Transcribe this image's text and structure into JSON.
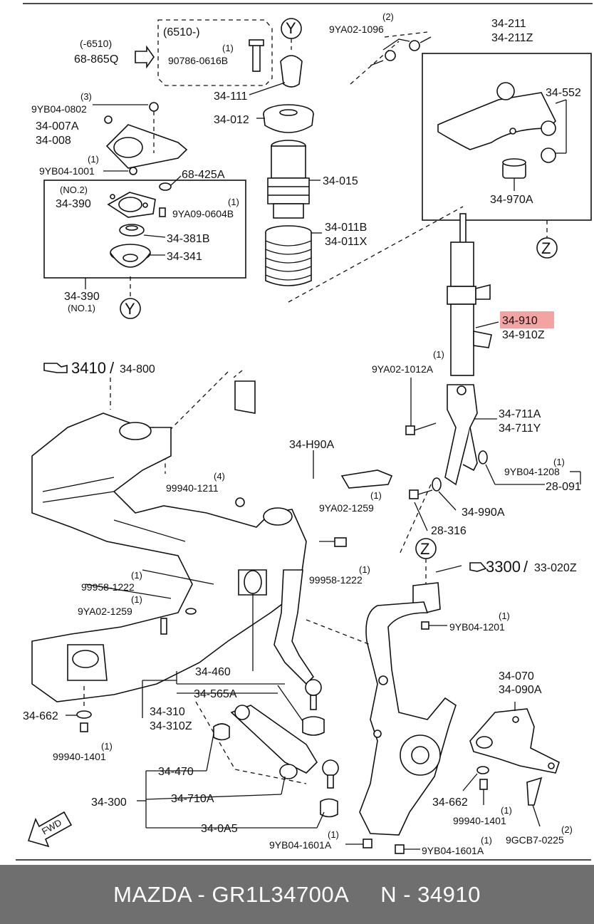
{
  "labels": {
    "n6510_paren": "(-6510)",
    "n68865q": "68-865Q",
    "n6510_box": "(6510-)",
    "q1_a": "(1)",
    "n90786": "90786-0616B",
    "y_a": "Y",
    "q2_a": "(2)",
    "n9ya021096": "9YA02-1096",
    "n34211": "34-211",
    "n34211z": "34-211Z",
    "q3": "(3)",
    "n9yb040802": "9YB04-0802",
    "n34111": "34-111",
    "n34552": "34-552",
    "n34007a": "34-007A",
    "n34008": "34-008",
    "n34012": "34-012",
    "q1_b": "(1)",
    "n9yb041001": "9YB04-1001",
    "n68425a": "68-425A",
    "n34015": "34-015",
    "n34970a": "34-970A",
    "no2": "(NO.2)",
    "q1_c": "(1)",
    "n34390_top": "34-390",
    "n9ya090604b": "9YA09-0604B",
    "n34011b": "34-011B",
    "n34011x": "34-011X",
    "n34381b": "34-381B",
    "z_a": "Z",
    "n34341": "34-341",
    "n34390_bot": "34-390",
    "no1": "(NO.1)",
    "y_b": "Y",
    "n34910": "34-910",
    "n34910z": "34-910Z",
    "n3410": "3410",
    "n34800": "34-800",
    "n9ya021012a": "9YA02-1012A",
    "n34711a": "34-711A",
    "n34711y": "34-711Y",
    "n34h90a": "34-H90A",
    "q1_d": "(1)",
    "n9yb041208": "9YB04-1208",
    "q4": "(4)",
    "n99940_1211": "99940-1211",
    "n28091": "28-091",
    "q1_e": "(1)",
    "n9ya021259_a": "9YA02-1259",
    "n34990a": "34-990A",
    "n28316": "28-316",
    "z_b": "Z",
    "q1_f": "(1)",
    "n99958_1222_a": "99958-1222",
    "q1_g": "(1)",
    "n99958_1222_b": "99958-1222",
    "n3300": "3300",
    "n33020z": "33-020Z",
    "q1_h": "(1)",
    "n9ya021259_b": "9YA02-1259",
    "q1_i": "(1)",
    "n9yb041201": "9YB04-1201",
    "n34460": "34-460",
    "n34070": "34-070",
    "n34090a": "34-090A",
    "n34565a": "34-565A",
    "n34310": "34-310",
    "n34310z": "34-310Z",
    "n34662_a": "34-662",
    "q1_j": "(1)",
    "n99940_1401_a": "99940-1401",
    "n34470": "34-470",
    "n34710a": "34-710A",
    "n34300": "34-300",
    "n34662_b": "34-662",
    "q1_k": "(1)",
    "n99940_1401_b": "99940-1401",
    "n340a5": "34-0A5",
    "q1_l": "(1)",
    "n9yb041601a_a": "9YB04-1601A",
    "q1_m": "(1)",
    "n9yb041601a_b": "9YB04-1601A",
    "q2_b": "(2)",
    "n9gcb70225": "9GCB7-0225",
    "fwd": "FWD",
    "slash_a": "/",
    "slash_b": "/"
  },
  "highlight_label": "34-910",
  "highlight_color": "#f4a3a3",
  "footer": {
    "text": "MAZDA - GR1L34700A     N - 34910"
  },
  "colors": {
    "footer_bg": "#6f6f6f",
    "footer_text": "#ffffff",
    "line": "#111111"
  },
  "icons": [
    "pointing-hand-icon",
    "fwd-arrow-icon"
  ]
}
